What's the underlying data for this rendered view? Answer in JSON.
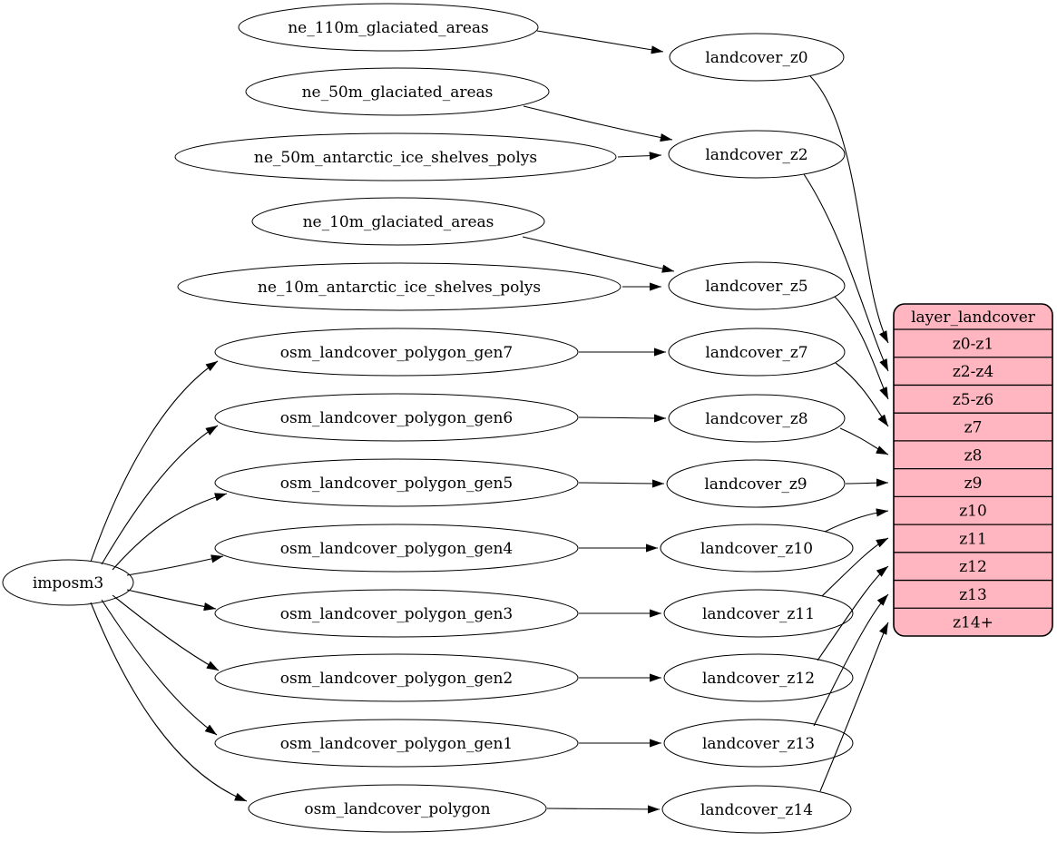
{
  "diagram": {
    "kind": "etl-dependency-graph",
    "background": "#ffffff",
    "colors": {
      "node_fill": "#ffffff",
      "node_stroke": "#000000",
      "edge": "#000000",
      "table_fill": "#ffb6c1",
      "table_stroke": "#000000",
      "text": "#000000"
    },
    "nodes": [
      {
        "id": "imposm3",
        "label": "imposm3"
      },
      {
        "id": "ne_110m_glaciated_areas",
        "label": "ne_110m_glaciated_areas"
      },
      {
        "id": "ne_50m_glaciated_areas",
        "label": "ne_50m_glaciated_areas"
      },
      {
        "id": "ne_50m_antarctic_ice_shelves_polys",
        "label": "ne_50m_antarctic_ice_shelves_polys"
      },
      {
        "id": "ne_10m_glaciated_areas",
        "label": "ne_10m_glaciated_areas"
      },
      {
        "id": "ne_10m_antarctic_ice_shelves_polys",
        "label": "ne_10m_antarctic_ice_shelves_polys"
      },
      {
        "id": "osm_landcover_polygon_gen7",
        "label": "osm_landcover_polygon_gen7"
      },
      {
        "id": "osm_landcover_polygon_gen6",
        "label": "osm_landcover_polygon_gen6"
      },
      {
        "id": "osm_landcover_polygon_gen5",
        "label": "osm_landcover_polygon_gen5"
      },
      {
        "id": "osm_landcover_polygon_gen4",
        "label": "osm_landcover_polygon_gen4"
      },
      {
        "id": "osm_landcover_polygon_gen3",
        "label": "osm_landcover_polygon_gen3"
      },
      {
        "id": "osm_landcover_polygon_gen2",
        "label": "osm_landcover_polygon_gen2"
      },
      {
        "id": "osm_landcover_polygon_gen1",
        "label": "osm_landcover_polygon_gen1"
      },
      {
        "id": "osm_landcover_polygon",
        "label": "osm_landcover_polygon"
      },
      {
        "id": "landcover_z0",
        "label": "landcover_z0"
      },
      {
        "id": "landcover_z2",
        "label": "landcover_z2"
      },
      {
        "id": "landcover_z5",
        "label": "landcover_z5"
      },
      {
        "id": "landcover_z7",
        "label": "landcover_z7"
      },
      {
        "id": "landcover_z8",
        "label": "landcover_z8"
      },
      {
        "id": "landcover_z9",
        "label": "landcover_z9"
      },
      {
        "id": "landcover_z10",
        "label": "landcover_z10"
      },
      {
        "id": "landcover_z11",
        "label": "landcover_z11"
      },
      {
        "id": "landcover_z12",
        "label": "landcover_z12"
      },
      {
        "id": "landcover_z13",
        "label": "landcover_z13"
      },
      {
        "id": "landcover_z14",
        "label": "landcover_z14"
      }
    ],
    "table": {
      "id": "layer_landcover",
      "title": "layer_landcover",
      "rows": [
        "z0-z1",
        "z2-z4",
        "z5-z6",
        "z7",
        "z8",
        "z9",
        "z10",
        "z11",
        "z12",
        "z13",
        "z14+"
      ]
    },
    "edges": [
      {
        "from": "ne_110m_glaciated_areas",
        "to": "landcover_z0"
      },
      {
        "from": "ne_50m_glaciated_areas",
        "to": "landcover_z2"
      },
      {
        "from": "ne_50m_antarctic_ice_shelves_polys",
        "to": "landcover_z2"
      },
      {
        "from": "ne_10m_glaciated_areas",
        "to": "landcover_z5"
      },
      {
        "from": "ne_10m_antarctic_ice_shelves_polys",
        "to": "landcover_z5"
      },
      {
        "from": "imposm3",
        "to": "osm_landcover_polygon_gen7"
      },
      {
        "from": "imposm3",
        "to": "osm_landcover_polygon_gen6"
      },
      {
        "from": "imposm3",
        "to": "osm_landcover_polygon_gen5"
      },
      {
        "from": "imposm3",
        "to": "osm_landcover_polygon_gen4"
      },
      {
        "from": "imposm3",
        "to": "osm_landcover_polygon_gen3"
      },
      {
        "from": "imposm3",
        "to": "osm_landcover_polygon_gen2"
      },
      {
        "from": "imposm3",
        "to": "osm_landcover_polygon_gen1"
      },
      {
        "from": "imposm3",
        "to": "osm_landcover_polygon"
      },
      {
        "from": "osm_landcover_polygon_gen7",
        "to": "landcover_z7"
      },
      {
        "from": "osm_landcover_polygon_gen6",
        "to": "landcover_z8"
      },
      {
        "from": "osm_landcover_polygon_gen5",
        "to": "landcover_z9"
      },
      {
        "from": "osm_landcover_polygon_gen4",
        "to": "landcover_z10"
      },
      {
        "from": "osm_landcover_polygon_gen3",
        "to": "landcover_z11"
      },
      {
        "from": "osm_landcover_polygon_gen2",
        "to": "landcover_z12"
      },
      {
        "from": "osm_landcover_polygon_gen1",
        "to": "landcover_z13"
      },
      {
        "from": "osm_landcover_polygon",
        "to": "landcover_z14"
      },
      {
        "from": "landcover_z0",
        "to": "layer_landcover:z0-z1"
      },
      {
        "from": "landcover_z2",
        "to": "layer_landcover:z2-z4"
      },
      {
        "from": "landcover_z5",
        "to": "layer_landcover:z5-z6"
      },
      {
        "from": "landcover_z7",
        "to": "layer_landcover:z7"
      },
      {
        "from": "landcover_z8",
        "to": "layer_landcover:z8"
      },
      {
        "from": "landcover_z9",
        "to": "layer_landcover:z9"
      },
      {
        "from": "landcover_z10",
        "to": "layer_landcover:z10"
      },
      {
        "from": "landcover_z11",
        "to": "layer_landcover:z11"
      },
      {
        "from": "landcover_z12",
        "to": "layer_landcover:z12"
      },
      {
        "from": "landcover_z13",
        "to": "layer_landcover:z13"
      },
      {
        "from": "landcover_z14",
        "to": "layer_landcover:z14+"
      }
    ]
  }
}
